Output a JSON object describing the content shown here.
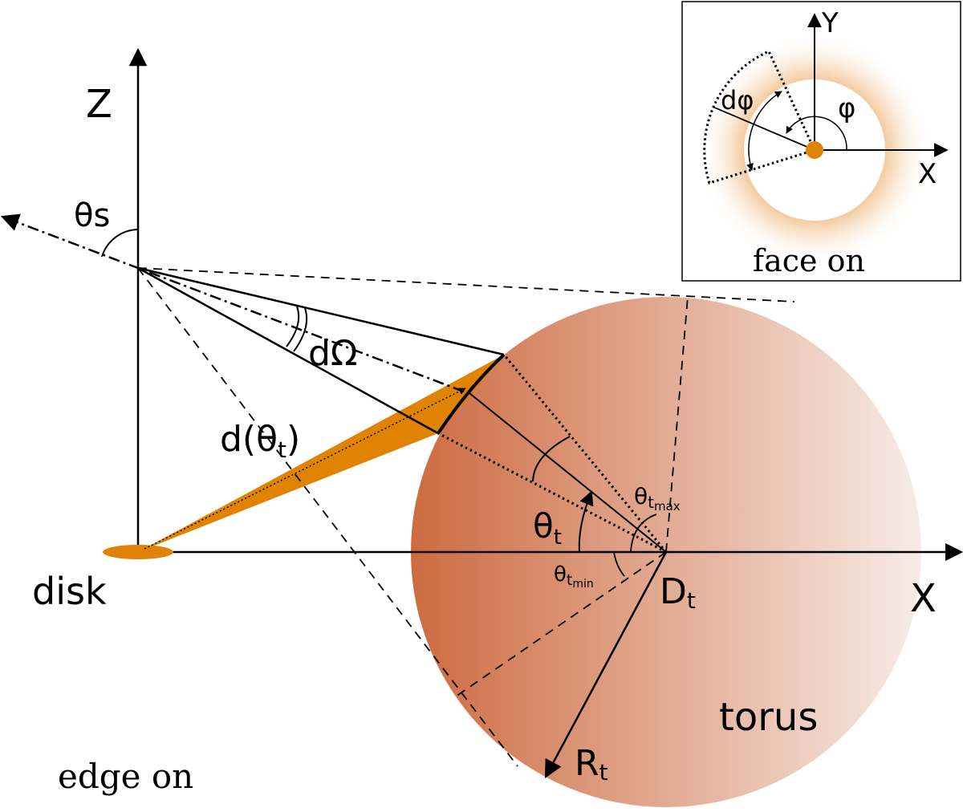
{
  "colors": {
    "torus_dark": "#cd6a40",
    "torus_light": "#f7ece7",
    "beam": "#e08303",
    "disk": "#e08303",
    "ink": "#000000"
  },
  "edge_view": {
    "axis_z": "Z",
    "axis_x": "X",
    "theta_s": "θs",
    "solid_angle": "dΩ",
    "distance_base": "d(θ",
    "distance_sub": "t",
    "distance_close": ")",
    "disk": "disk",
    "theta_t_base": "θ",
    "theta_t_sub": "t",
    "theta_tmax_base": "θ",
    "theta_tmax_sub": "t",
    "theta_tmax_subsub": "max",
    "theta_tmin_base": "θ",
    "theta_tmin_sub": "t",
    "theta_tmin_subsub": "min",
    "torus_center_base": "D",
    "torus_center_sub": "t",
    "radius_base": "R",
    "radius_sub": "t",
    "torus": "torus",
    "caption": "edge on"
  },
  "face_view": {
    "axis_y": "Y",
    "axis_x": "X",
    "d_phi": "dφ",
    "phi": "φ",
    "caption": "face on"
  }
}
